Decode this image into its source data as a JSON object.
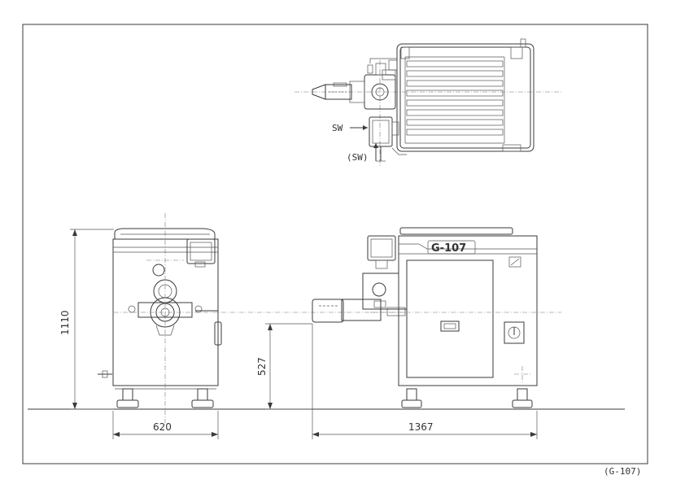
{
  "drawing": {
    "model_plate": "G-107",
    "sheet_code": "(G-107)",
    "labels": {
      "sw": "SW",
      "sw_paren": "(SW)"
    },
    "dimensions": {
      "height_total": "1110",
      "height_outlet": "527",
      "width_front": "620",
      "length_side": "1367"
    }
  }
}
